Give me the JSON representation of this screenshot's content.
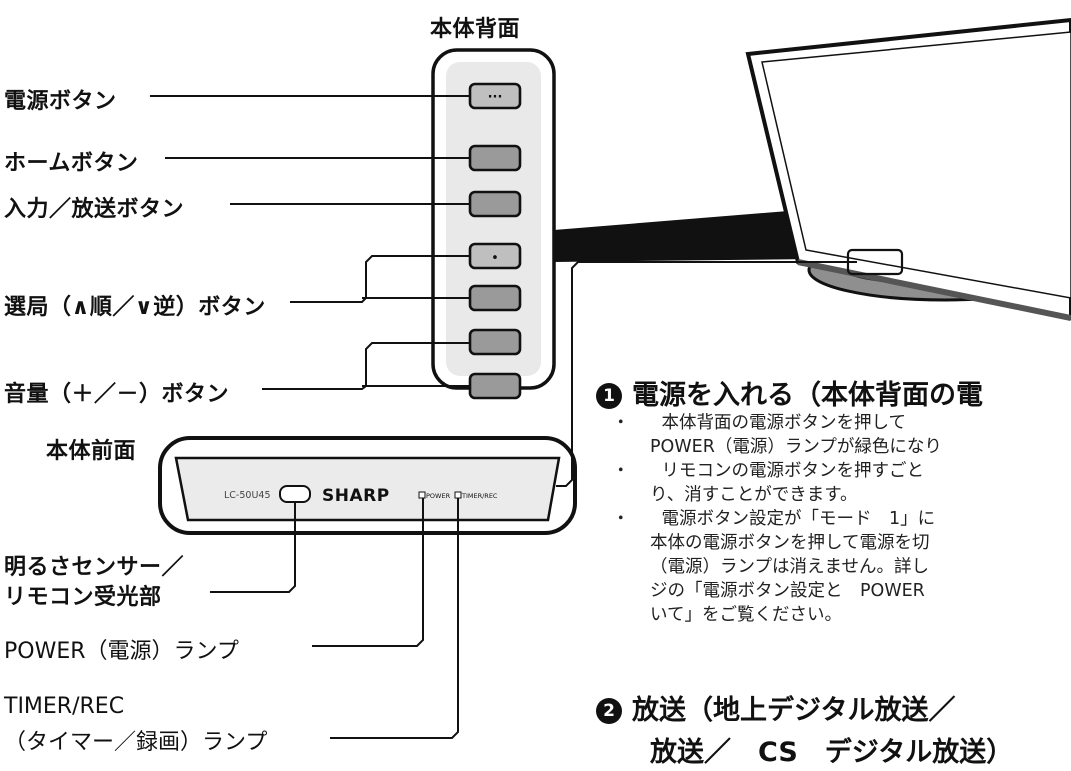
{
  "labels": {
    "rear": "本体背面",
    "front": "本体前面",
    "power_button": "電源ボタン",
    "home_button": "ホームボタン",
    "input_button": "入力／放送ボタン",
    "channel_button": "選局（∧順／∨逆）ボタン",
    "volume_button": "音量（＋／－）ボタン",
    "sensor_line1": "明るさセンサー／",
    "sensor_line2": "リモコン受光部",
    "power_lamp": "POWER（電源）ランプ",
    "timer_line1": "TIMER/REC",
    "timer_line2": "（タイマー／録画）ランプ"
  },
  "tv_front_panel": {
    "model": "LC-50U45",
    "brand": "SHARP",
    "lamp_power": "POWER",
    "lamp_timer": "TIMER/REC",
    "power_button_glyph": "···",
    "channel_up_glyph": "•"
  },
  "section1": {
    "number": "1",
    "heading": "電源を入れる（本体背面の電",
    "bullets": [
      {
        "marker": "・",
        "line1": "　本体背面の電源ボタンを押して",
        "line2": "POWER（電源）ランプが緑色になり"
      },
      {
        "marker": "・",
        "line1": "　リモコンの電源ボタンを押すごと",
        "line2": "り、消すことができます。"
      },
      {
        "marker": "・",
        "line1": "　電源ボタン設定が「モード　1」に",
        "line2": "本体の電源ボタンを押して電源を切",
        "line3": "（電源）ランプは消えません。詳し",
        "line4": "ジの「電源ボタン設定と　POWER",
        "line5": "いて」をご覧ください。"
      }
    ]
  },
  "section2": {
    "number": "2",
    "heading_line1": "放送（地上デジタル放送／",
    "heading_line2": "放送／　CS　デジタル放送）"
  }
}
